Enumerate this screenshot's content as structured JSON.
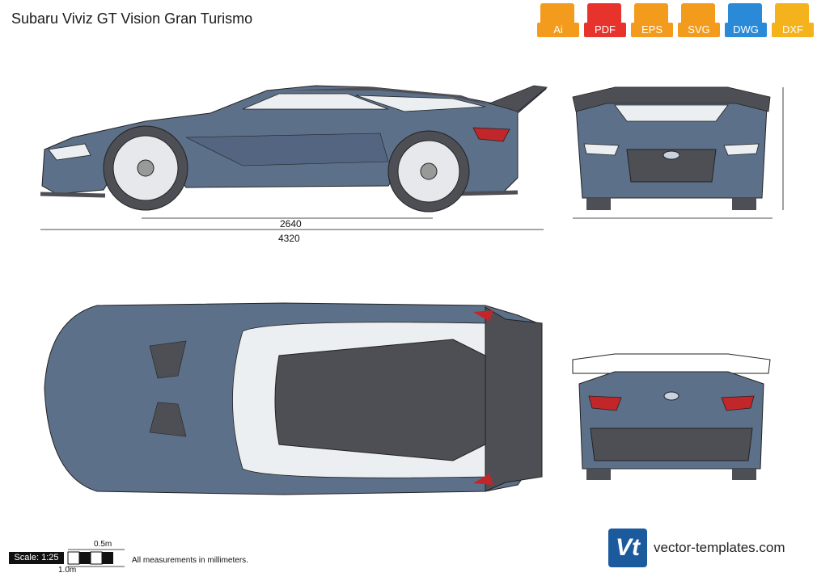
{
  "title": "Subaru Viviz GT Vision Gran Turismo",
  "formats": [
    {
      "label": "Ai",
      "color": "#f39b1c",
      "icon": "ai-file-icon"
    },
    {
      "label": "PDF",
      "color": "#e8322c",
      "icon": "pdf-file-icon"
    },
    {
      "label": "EPS",
      "color": "#f39b1c",
      "icon": "eps-file-icon"
    },
    {
      "label": "SVG",
      "color": "#f39b1c",
      "icon": "svg-file-icon"
    },
    {
      "label": "DWG",
      "color": "#2b8ad8",
      "icon": "dwg-file-icon"
    },
    {
      "label": "DXF",
      "color": "#f4b31c",
      "icon": "dxf-file-icon"
    }
  ],
  "dimensions": {
    "wheelbase": "2640",
    "length": "4320"
  },
  "scale": {
    "label": "Scale: 1:25",
    "half": "0.5m",
    "full": "1.0m"
  },
  "note": "All measurements in millimeters.",
  "brand": {
    "logo": "Vt",
    "site": "vector-templates.com"
  },
  "watermark": "vector-templates.com",
  "colors": {
    "body": "#5d7089",
    "dark": "#4d4f55",
    "glass": "#eceff2",
    "light": "#e8322c"
  }
}
